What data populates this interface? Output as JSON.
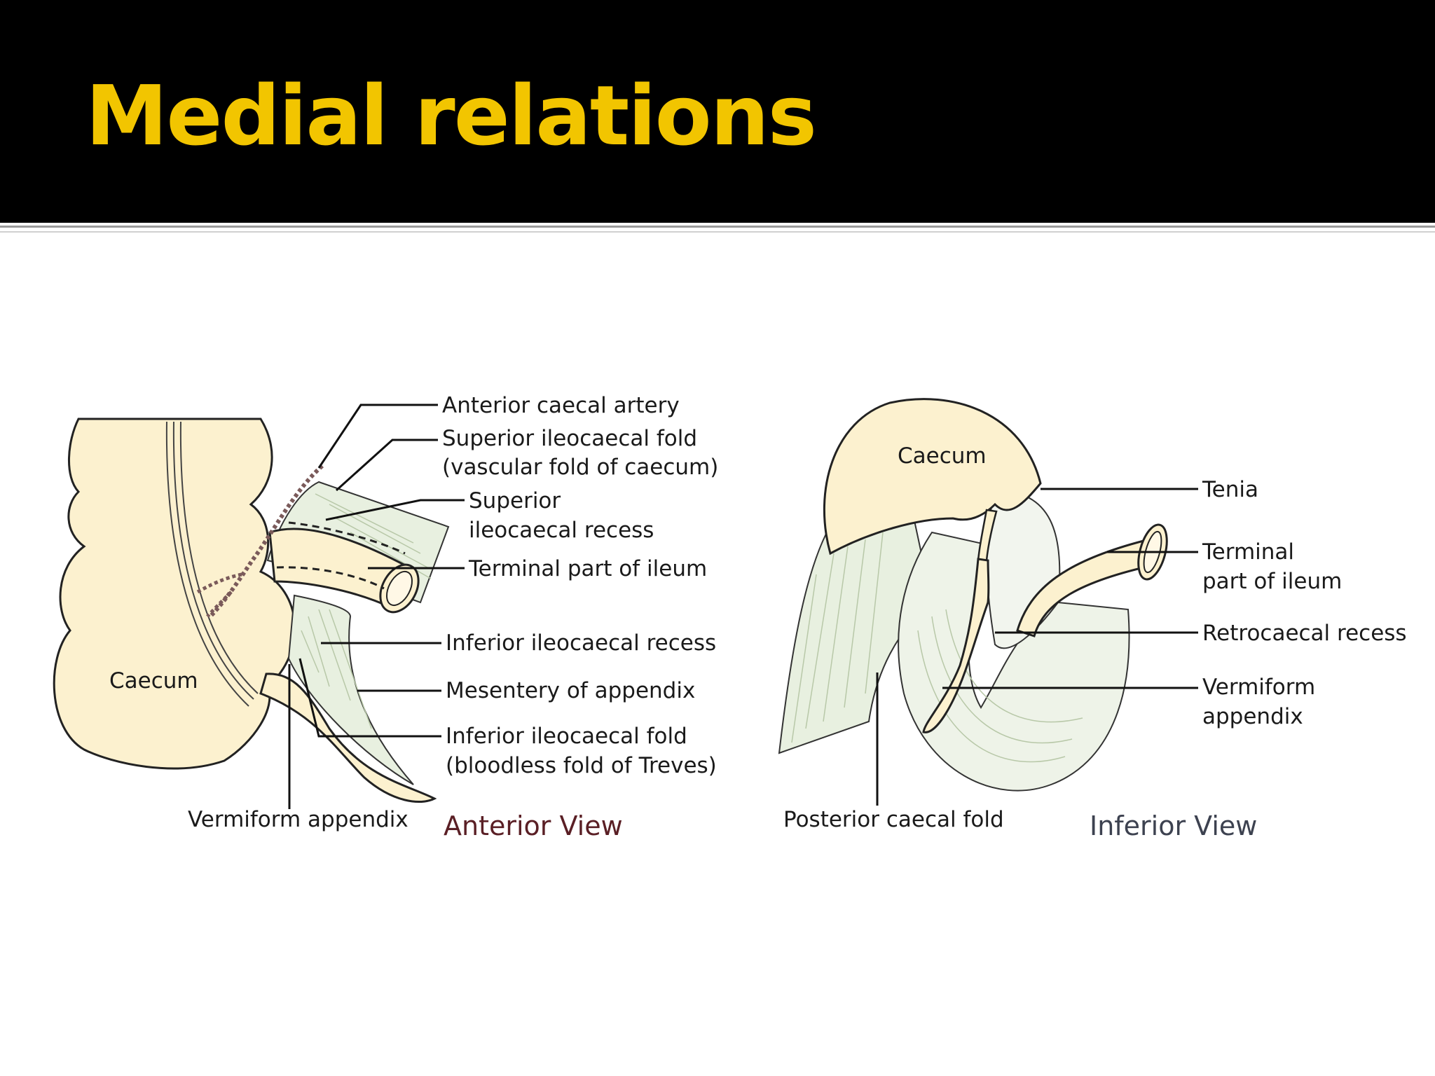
{
  "slide": {
    "title": "Medial relations"
  },
  "colors": {
    "title_bg": "#000000",
    "title_text": "#f2c500",
    "organ_fill": "#fcf1cf",
    "membrane_fill": "#e8f0e0",
    "anterior_view_caption": "#5a1f25",
    "inferior_view_caption": "#3d4250"
  },
  "anterior_view": {
    "caption": "Anterior View",
    "labels": {
      "caecum": "Caecum",
      "anterior_caecal_artery": "Anterior caecal artery",
      "superior_fold_1": "Superior ileocaecal fold",
      "superior_fold_2": "(vascular fold of caecum)",
      "superior_recess_1": "Superior",
      "superior_recess_2": "ileocaecal recess",
      "terminal_ileum": "Terminal part of ileum",
      "inferior_recess": "Inferior ileocaecal recess",
      "mesentery_appendix": "Mesentery of appendix",
      "inferior_fold_1": "Inferior ileocaecal fold",
      "inferior_fold_2": "(bloodless fold of Treves)",
      "vermiform_appendix": "Vermiform appendix"
    }
  },
  "inferior_view": {
    "caption": "Inferior View",
    "labels": {
      "caecum": "Caecum",
      "tenia": "Tenia",
      "terminal_ileum_1": "Terminal",
      "terminal_ileum_2": "part of ileum",
      "retrocaecal_recess": "Retrocaecal recess",
      "vermiform_appendix_1": "Vermiform",
      "vermiform_appendix_2": "appendix",
      "posterior_caecal_fold": "Posterior caecal fold"
    }
  }
}
